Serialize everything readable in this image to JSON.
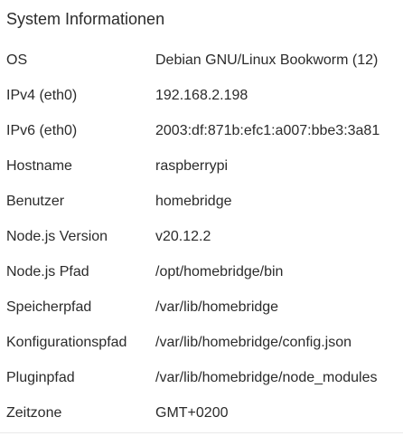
{
  "section": {
    "title": "System Informationen"
  },
  "rows": [
    {
      "label": "OS",
      "value": "Debian GNU/Linux Bookworm (12)"
    },
    {
      "label": "IPv4 (eth0)",
      "value": "192.168.2.198"
    },
    {
      "label": "IPv6 (eth0)",
      "value": "2003:df:871b:efc1:a007:bbe3:3a81"
    },
    {
      "label": "Hostname",
      "value": "raspberrypi"
    },
    {
      "label": "Benutzer",
      "value": "homebridge"
    },
    {
      "label": "Node.js Version",
      "value": "v20.12.2"
    },
    {
      "label": "Node.js Pfad",
      "value": "/opt/homebridge/bin"
    },
    {
      "label": "Speicherpfad",
      "value": "/var/lib/homebridge"
    },
    {
      "label": "Konfigurationspfad",
      "value": "/var/lib/homebridge/config.json"
    },
    {
      "label": "Pluginpfad",
      "value": "/var/lib/homebridge/node_modules"
    },
    {
      "label": "Zeitzone",
      "value": "GMT+0200"
    }
  ]
}
